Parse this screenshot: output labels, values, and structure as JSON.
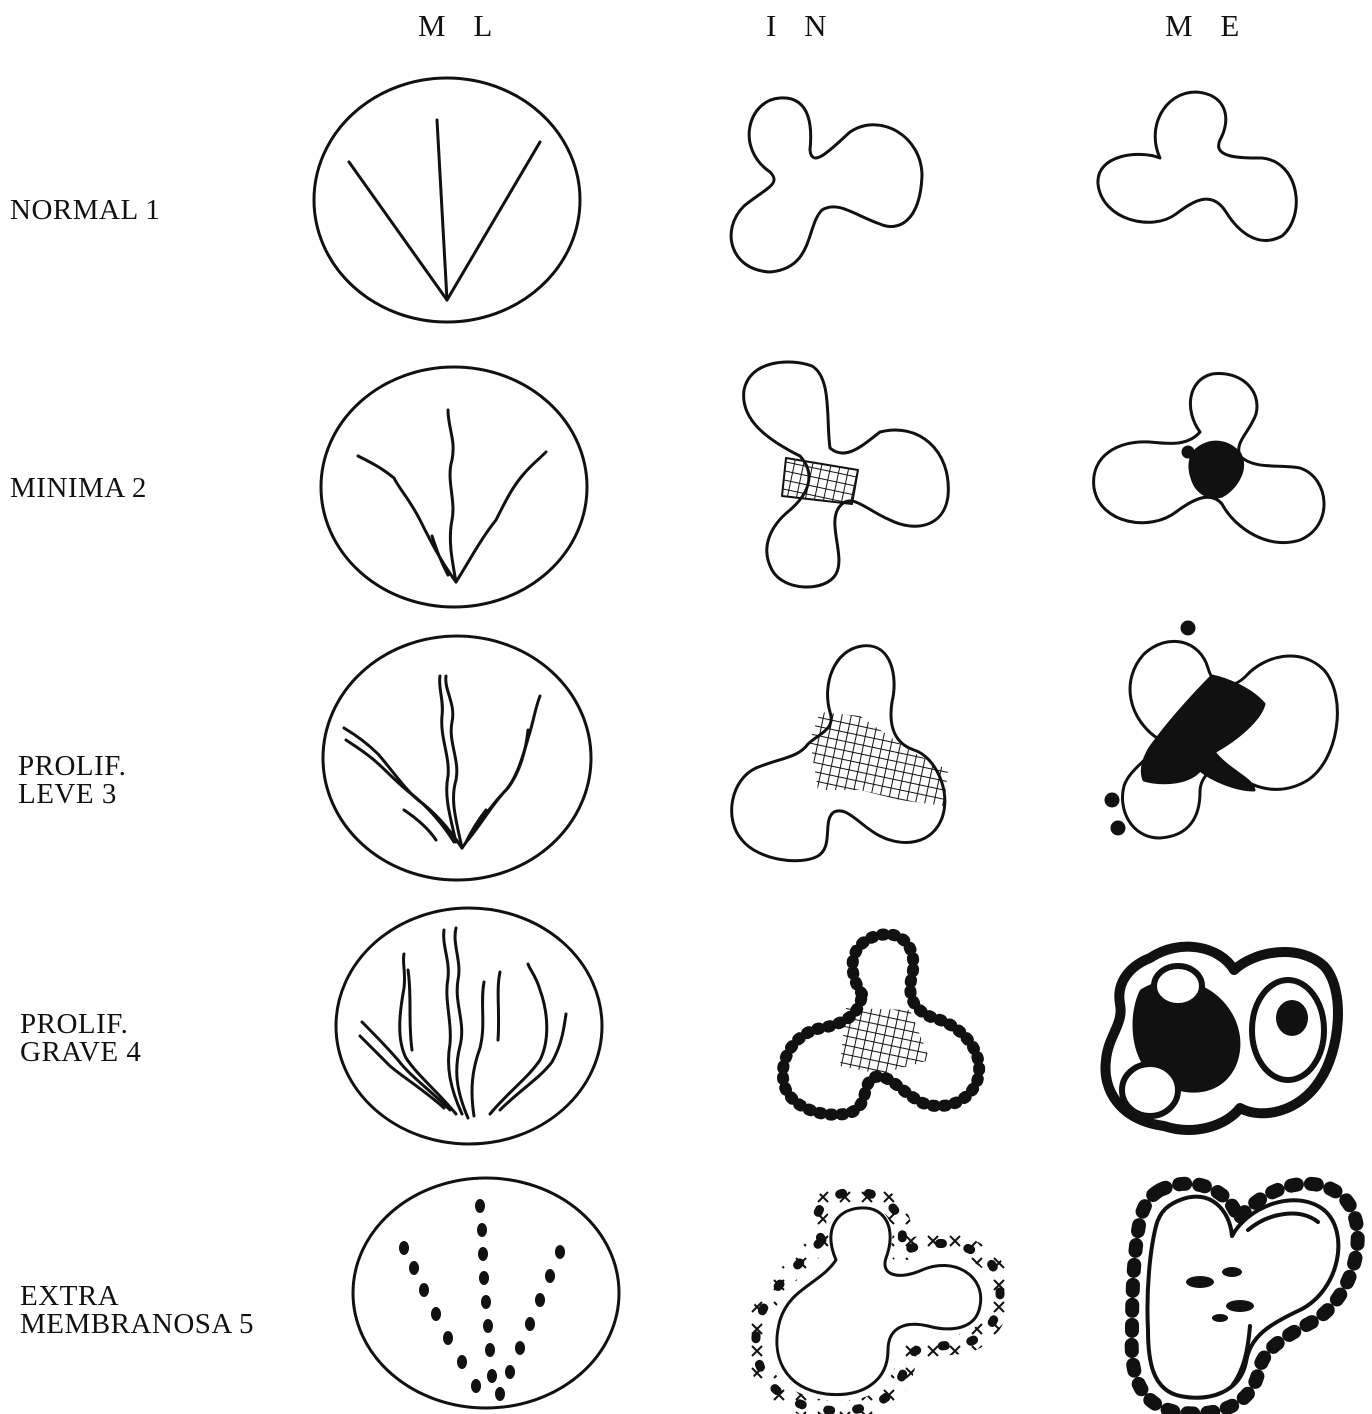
{
  "columns": {
    "ml": "M L",
    "in": "I N",
    "me": "M E"
  },
  "rows": [
    {
      "lines": [
        "NORMAL 1"
      ]
    },
    {
      "lines": [
        "MINIMA 2"
      ]
    },
    {
      "lines": [
        "PROLIF.",
        "LEVE 3"
      ]
    },
    {
      "lines": [
        "PROLIF.",
        "GRAVE 4"
      ]
    },
    {
      "lines": [
        "EXTRA",
        "MEMBRANOSA 5"
      ]
    }
  ],
  "colors": {
    "ink": "#111111",
    "paper": "#ffffff"
  }
}
